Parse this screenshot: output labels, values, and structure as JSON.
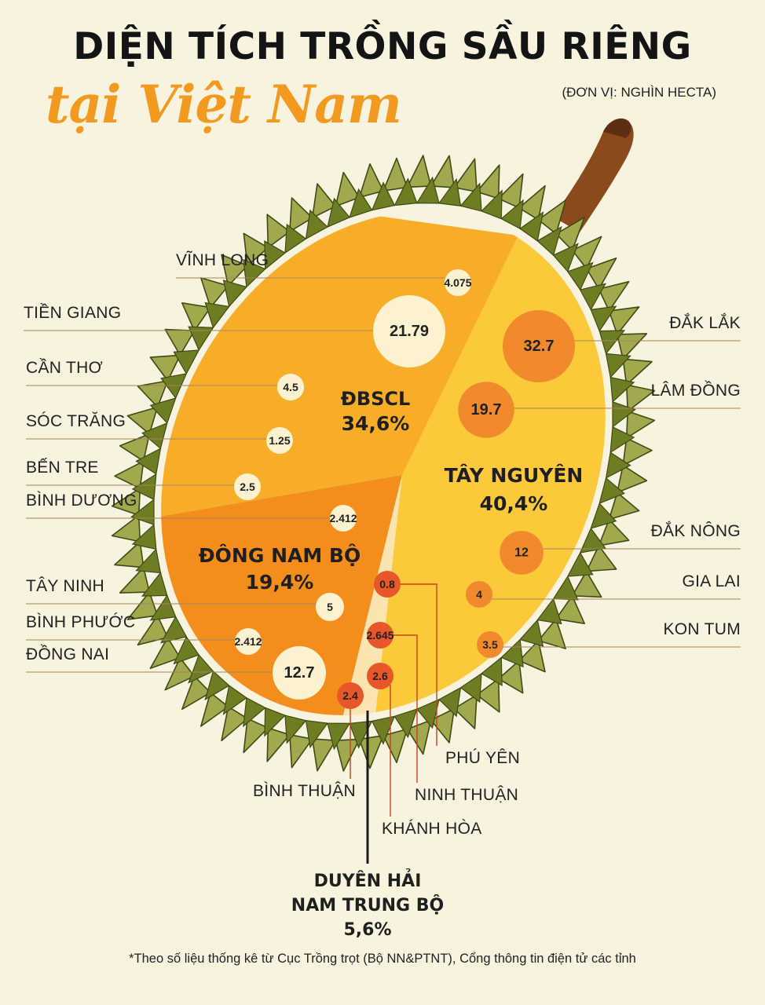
{
  "title": "DIỆN TÍCH TRỒNG SẦU RIÊNG",
  "title_script": "tại Việt Nam",
  "unit": "(ĐƠN VỊ: NGHÌN HECTA)",
  "footnote": "*Theo số liệu thống kê từ Cục Trồng trọt (Bộ NN&PTNT), Cổng thông tin điện tử các tỉnh",
  "colors": {
    "background": "#f7f3de",
    "tay_nguyen": "#fbc93a",
    "dbscl": "#f8ad29",
    "dong_nam_bo": "#f38e1c",
    "duyen_hai": "#fbe4b0",
    "bubble_light": "#fdf2cf",
    "bubble_orange": "#f08a2c",
    "bubble_red": "#e8572a",
    "husk_spike": "#a2a84e",
    "stem": "#8a4a1c"
  },
  "chart_data": {
    "type": "bubble",
    "unit": "NGHÌN HECTA",
    "regions": [
      {
        "key": "dbscl",
        "name": "ĐBSCL",
        "share": "34,6%",
        "provinces": [
          {
            "name": "VĨNH LONG",
            "value": 4.075,
            "label": "4.075"
          },
          {
            "name": "TIỀN GIANG",
            "value": 21.79,
            "label": "21.79"
          },
          {
            "name": "CẦN THƠ",
            "value": 4.5,
            "label": "4.5"
          },
          {
            "name": "SÓC TRĂNG",
            "value": 1.25,
            "label": "1.25"
          },
          {
            "name": "BẾN TRE",
            "value": 2.5,
            "label": "2.5"
          }
        ]
      },
      {
        "key": "dong_nam_bo",
        "name": "ĐÔNG NAM BỘ",
        "share": "19,4%",
        "provinces": [
          {
            "name": "BÌNH DƯƠNG",
            "value": 2.412,
            "label": "2.412"
          },
          {
            "name": "TÂY NINH",
            "value": 5,
            "label": "5"
          },
          {
            "name": "BÌNH PHƯỚC",
            "value": 2.412,
            "label": "2.412"
          },
          {
            "name": "ĐỒNG NAI",
            "value": 12.7,
            "label": "12.7"
          }
        ]
      },
      {
        "key": "tay_nguyen",
        "name": "TÂY NGUYÊN",
        "share": "40,4%",
        "provinces": [
          {
            "name": "ĐẮK LẮK",
            "value": 32.7,
            "label": "32.7"
          },
          {
            "name": "LÂM ĐỒNG",
            "value": 19.7,
            "label": "19.7"
          },
          {
            "name": "ĐẮK NÔNG",
            "value": 12,
            "label": "12"
          },
          {
            "name": "GIA LAI",
            "value": 4,
            "label": "4"
          },
          {
            "name": "KON TUM",
            "value": 3.5,
            "label": "3.5"
          }
        ]
      },
      {
        "key": "duyen_hai",
        "name_lines": [
          "DUYÊN HẢI",
          "NAM TRUNG BỘ"
        ],
        "share": "5,6%",
        "provinces": [
          {
            "name": "PHÚ YÊN",
            "value": 0.8,
            "label": "0.8"
          },
          {
            "name": "NINH THUẬN",
            "value": 2.645,
            "label": "2.645"
          },
          {
            "name": "KHÁNH HÒA",
            "value": 2.6,
            "label": "2.6"
          },
          {
            "name": "BÌNH THUẬN",
            "value": 2.4,
            "label": "2.4"
          }
        ]
      }
    ]
  }
}
